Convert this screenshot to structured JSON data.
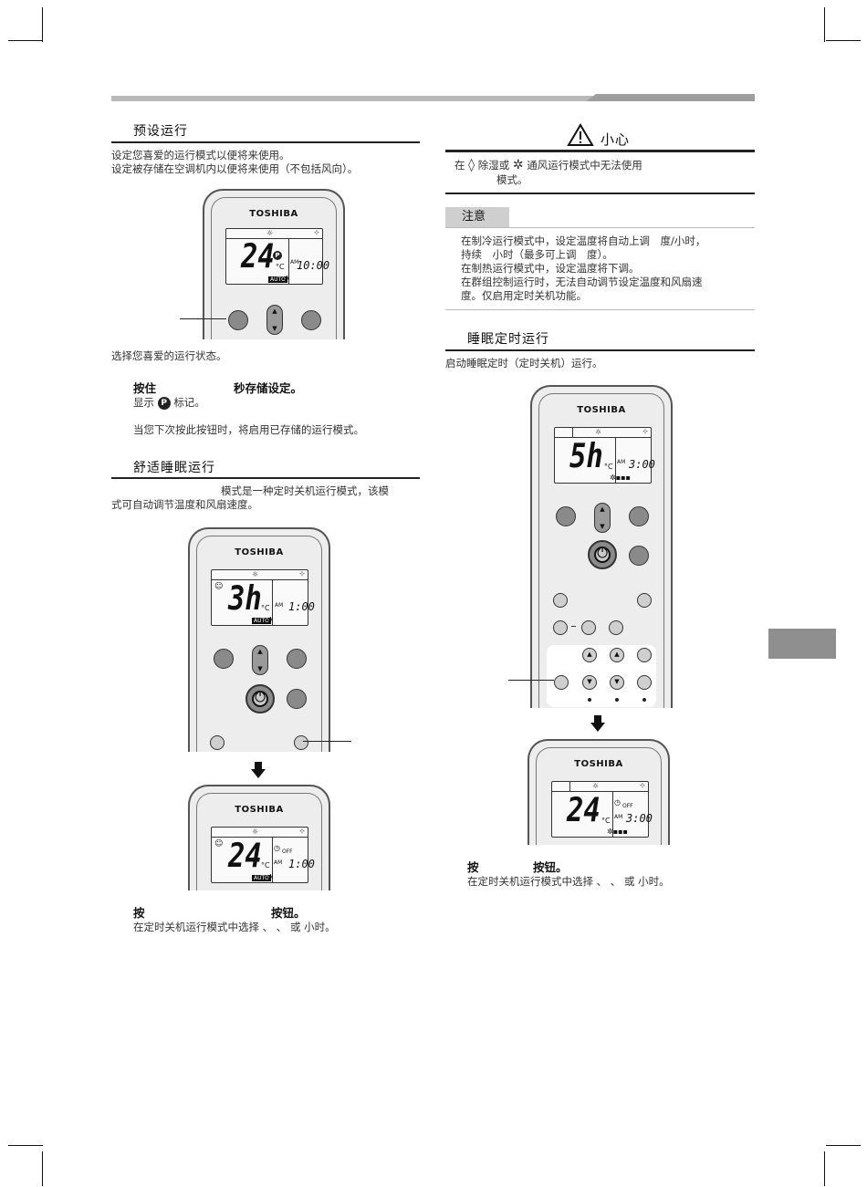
{
  "sections": {
    "preset": {
      "title": "预设运行",
      "desc_lines": [
        "设定您喜爱的运行模式以便将来使用。",
        "设定被存储在空调机内以便将来使用（不包括风向）。"
      ],
      "step_text": "选择您喜爱的运行状态。",
      "hold_text": "按住",
      "hold_suffix": "秒存储设定。",
      "mark_prefix": "显示",
      "mark_suffix": "标记。",
      "note_text": "当您下次按此按钮时，将启用已存储的运行模式。"
    },
    "comfort_sleep": {
      "title": "舒适睡眠运行",
      "desc_line1": "模式是一种定时关机运行模式，该模",
      "desc_line2": "式可自动调节温度和风扇速度。",
      "press_label": "按",
      "press_suffix": "按钮。",
      "select_text": "在定时关机运行模式中选择 、 、 或 小时。"
    },
    "caution": {
      "title": "小心",
      "line1_prefix": "在",
      "line1_mid": "除湿或",
      "line1_suffix": "通风运行模式中无法使用",
      "line2": "模式。"
    },
    "note": {
      "tab": "注意",
      "lines": [
        "在制冷运行模式中，设定温度将自动上调　度/小时，",
        "持续　小时（最多可上调　度）。",
        "在制热运行模式中，设定温度将下调。",
        "在群组控制运行时，无法自动调节设定温度和风扇速",
        "度。仅启用定时关机功能。"
      ]
    },
    "sleep_timer": {
      "title": "睡眠定时运行",
      "desc": "启动睡眠定时（定时关机）运行。",
      "press_label": "按",
      "press_suffix": "按钮。",
      "select_text": "在定时关机运行模式中选择 、 、 或 小时。"
    }
  },
  "remotes": {
    "brand": "TOSHIBA",
    "r1": {
      "big": "24",
      "unit": "°C",
      "ampm": "AM",
      "time": "10:00",
      "badge": "AUTO"
    },
    "r2": {
      "big": "3h",
      "unit": "°C",
      "ampm": "AM",
      "time": "1:00",
      "badge": "AUTO"
    },
    "r3": {
      "big": "24",
      "unit": "°C",
      "ampm": "AM",
      "off": "OFF",
      "time": "1:00",
      "badge": "AUTO"
    },
    "r4": {
      "big": "5h",
      "unit": "°C",
      "ampm": "AM",
      "time": "3:00"
    },
    "r5": {
      "big": "24",
      "unit": "°C",
      "ampm": "AM",
      "off": "OFF",
      "time": "3:00"
    }
  },
  "icons": {
    "warning": "warning-triangle-icon",
    "dry": "droplet-icon",
    "fan": "fan-icon",
    "preset_mark": "P"
  }
}
